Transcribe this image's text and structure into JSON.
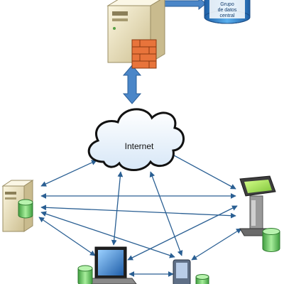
{
  "cloud": {
    "label": "Internet"
  },
  "central_database": {
    "label_lines": [
      "Grupo",
      "de datos",
      "central"
    ]
  },
  "colors": {
    "link_arrow": "#2f6fb3",
    "thin_arrow": "#2a5f93",
    "cloud_fill": "#e8f1fb",
    "server_beige": "#efe6c7",
    "db_green": "#7fd17a",
    "db_blue": "#3e93d6"
  },
  "icons": [
    "server-icon",
    "database-icon",
    "firewall-icon",
    "cloud-icon",
    "kiosk-icon",
    "laptop-icon",
    "pda-icon"
  ]
}
